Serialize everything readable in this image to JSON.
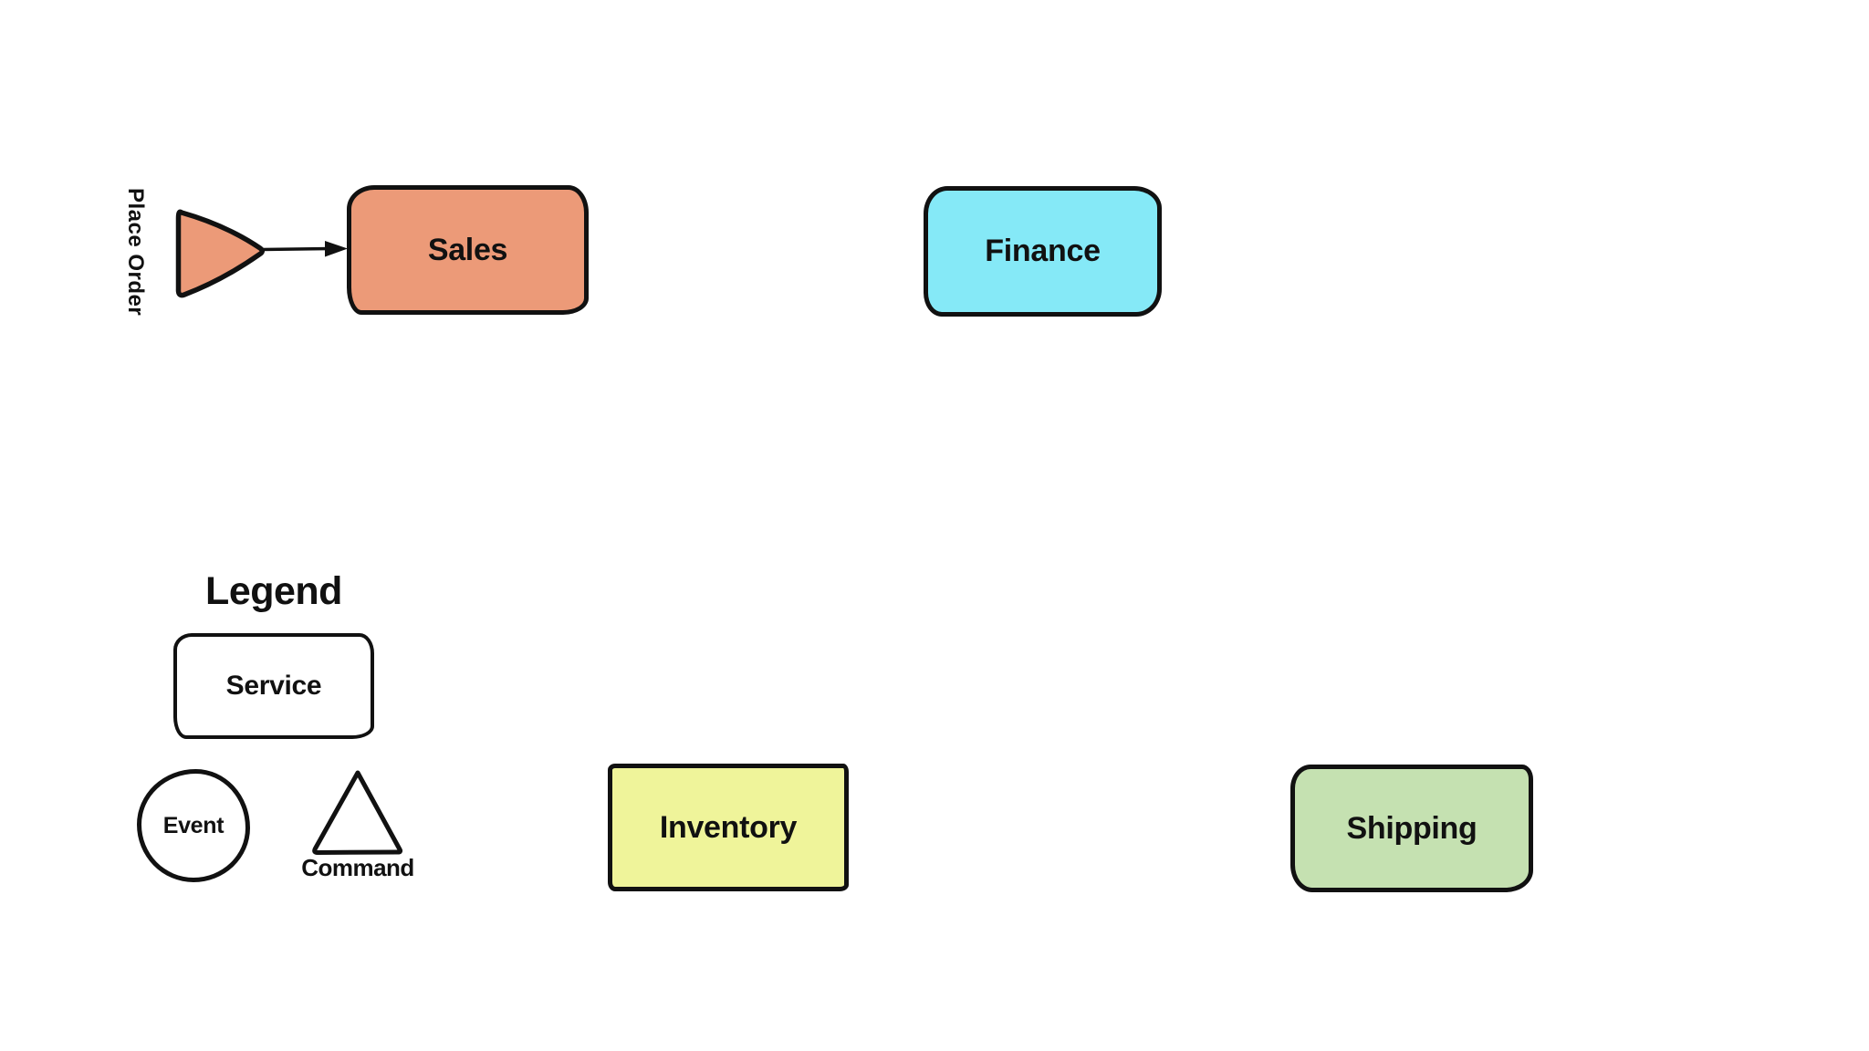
{
  "canvas": {
    "background": "#ffffff",
    "stroke_color": "#111111"
  },
  "annotation": {
    "label": "Place Order",
    "shape": "triangle",
    "fill": "#ec9a78"
  },
  "nodes": {
    "sales": {
      "label": "Sales",
      "fill": "#ec9a78",
      "shape": "rounded-rectangle"
    },
    "finance": {
      "label": "Finance",
      "fill": "#85e9f7",
      "shape": "rounded-rectangle"
    },
    "inventory": {
      "label": "Inventory",
      "fill": "#eff49a",
      "shape": "rectangle"
    },
    "shipping": {
      "label": "Shipping",
      "fill": "#c5e1b1",
      "shape": "rounded-rectangle"
    }
  },
  "legend": {
    "title": "Legend",
    "items": [
      {
        "shape": "rectangle",
        "label": "Service",
        "fill": "#ffffff"
      },
      {
        "shape": "circle",
        "label": "Event",
        "fill": "#ffffff"
      },
      {
        "shape": "triangle",
        "label": "Command",
        "fill": "#ffffff"
      }
    ]
  }
}
